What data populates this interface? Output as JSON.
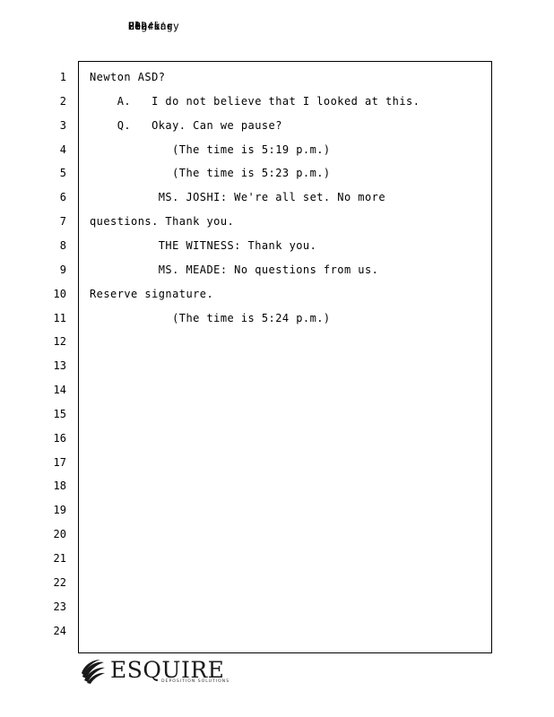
{
  "header": {
    "overlapping_texts": [
      "Hearing",
      "Pag",
      "February",
      "88",
      "Clerk's",
      "2024",
      "Ee",
      "Ll"
    ]
  },
  "transcript": {
    "lines": [
      {
        "num": "1",
        "text": "Newton ASD?"
      },
      {
        "num": "2",
        "text": "    A.   I do not believe that I looked at this."
      },
      {
        "num": "3",
        "text": "    Q.   Okay. Can we pause?"
      },
      {
        "num": "4",
        "text": "            (The time is 5:19 p.m.)"
      },
      {
        "num": "5",
        "text": "            (The time is 5:23 p.m.)"
      },
      {
        "num": "6",
        "text": "          MS. JOSHI: We're all set. No more"
      },
      {
        "num": "7",
        "text": "questions. Thank you."
      },
      {
        "num": "8",
        "text": "          THE WITNESS: Thank you."
      },
      {
        "num": "9",
        "text": "          MS. MEADE: No questions from us."
      },
      {
        "num": "10",
        "text": "Reserve signature."
      },
      {
        "num": "11",
        "text": "            (The time is 5:24 p.m.)"
      },
      {
        "num": "12",
        "text": ""
      },
      {
        "num": "13",
        "text": ""
      },
      {
        "num": "14",
        "text": ""
      },
      {
        "num": "15",
        "text": ""
      },
      {
        "num": "16",
        "text": ""
      },
      {
        "num": "17",
        "text": ""
      },
      {
        "num": "18",
        "text": ""
      },
      {
        "num": "19",
        "text": ""
      },
      {
        "num": "20",
        "text": ""
      },
      {
        "num": "21",
        "text": ""
      },
      {
        "num": "22",
        "text": ""
      },
      {
        "num": "23",
        "text": ""
      },
      {
        "num": "24",
        "text": ""
      }
    ]
  },
  "footer": {
    "logo_text": "ESQUIRE",
    "logo_subtext": "DEPOSITION SOLUTIONS",
    "logo_icon": "esquire-swirl-icon"
  },
  "colors": {
    "text": "#000000",
    "border": "#000000",
    "logo": "#1a1a1a"
  }
}
